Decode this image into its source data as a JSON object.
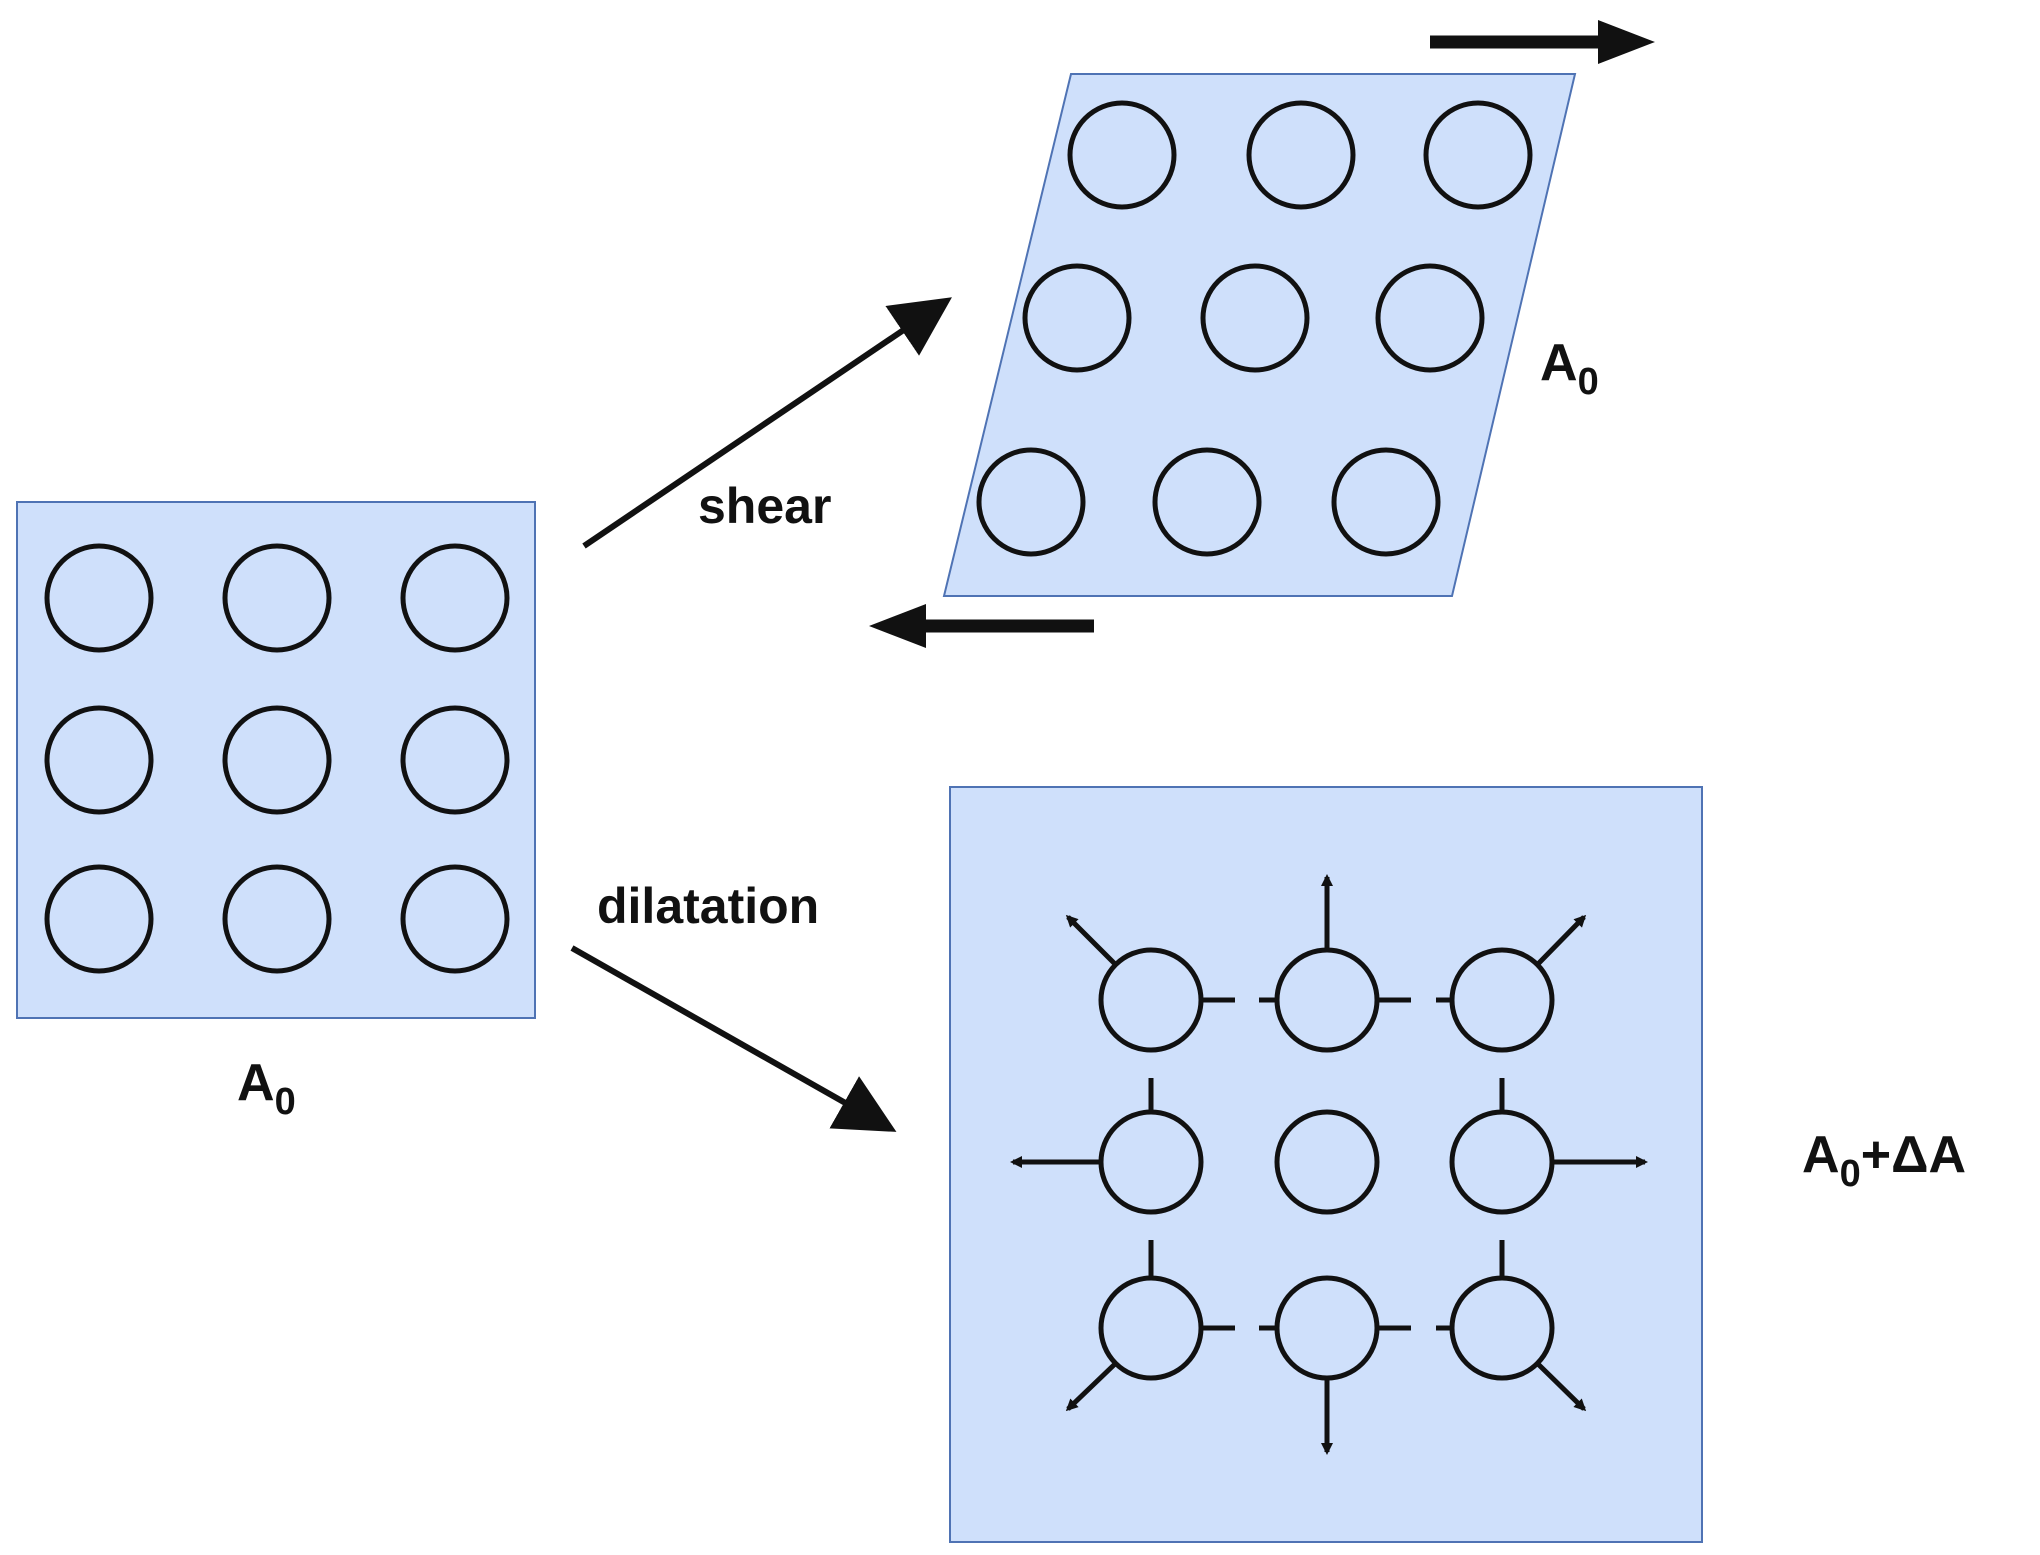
{
  "colors": {
    "panel_fill": "#cfe0fb",
    "panel_stroke": "#4f73b4",
    "line": "#111111",
    "background": "#ffffff"
  },
  "panels": {
    "original": {
      "label_main": "A",
      "label_sub": "0",
      "circle_count": 9
    },
    "sheared": {
      "label_main": "A",
      "label_sub": "0",
      "circle_count": 9
    },
    "dilated": {
      "label_main": "A",
      "label_sub": "0",
      "label_suffix": "+ΔA",
      "circle_count": 9
    }
  },
  "transitions": {
    "shear_label": "shear",
    "dilatation_label": "dilatation"
  }
}
